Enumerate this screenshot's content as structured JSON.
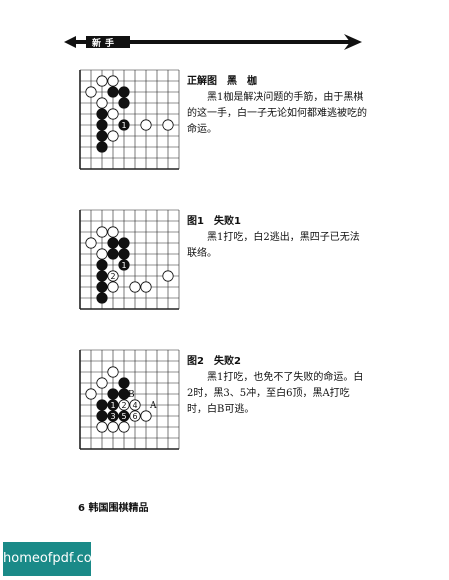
{
  "header": {
    "label": "新手"
  },
  "sections": [
    {
      "title": "正解图　黑　枷",
      "body": "黑1枷是解决问题的手筋，由于黑棋的这一手，白一子无论如何都难逃被吃的命运。"
    },
    {
      "title": "图1　失败1",
      "body": "黑1打吃，白2逃出，黑四子已无法联络。"
    },
    {
      "title": "图2　失败2",
      "body": "黑1打吃，也免不了失败的命运。白2时，黑3、5冲，至白6顶，黑A打吃时，白B可逃。"
    }
  ],
  "boards": [
    {
      "stones": [
        {
          "c": 1,
          "r": 2,
          "color": "white",
          "label": ""
        },
        {
          "c": 2,
          "r": 1,
          "color": "white",
          "label": ""
        },
        {
          "c": 3,
          "r": 1,
          "color": "white",
          "label": ""
        },
        {
          "c": 3,
          "r": 2,
          "color": "black",
          "label": ""
        },
        {
          "c": 4,
          "r": 2,
          "color": "black",
          "label": ""
        },
        {
          "c": 2,
          "r": 3,
          "color": "white",
          "label": ""
        },
        {
          "c": 4,
          "r": 3,
          "color": "black",
          "label": ""
        },
        {
          "c": 2,
          "r": 4,
          "color": "black",
          "label": ""
        },
        {
          "c": 3,
          "r": 4,
          "color": "white",
          "label": ""
        },
        {
          "c": 4,
          "r": 5,
          "color": "black",
          "label": "1"
        },
        {
          "c": 6,
          "r": 5,
          "color": "white",
          "label": ""
        },
        {
          "c": 8,
          "r": 5,
          "color": "white",
          "label": ""
        },
        {
          "c": 2,
          "r": 5,
          "color": "black",
          "label": ""
        },
        {
          "c": 2,
          "r": 6,
          "color": "black",
          "label": ""
        },
        {
          "c": 2,
          "r": 7,
          "color": "black",
          "label": ""
        },
        {
          "c": 3,
          "r": 6,
          "color": "white",
          "label": ""
        }
      ]
    },
    {
      "stones": [
        {
          "c": 2,
          "r": 2,
          "color": "white",
          "label": ""
        },
        {
          "c": 3,
          "r": 2,
          "color": "white",
          "label": ""
        },
        {
          "c": 3,
          "r": 3,
          "color": "black",
          "label": ""
        },
        {
          "c": 4,
          "r": 3,
          "color": "black",
          "label": ""
        },
        {
          "c": 1,
          "r": 3,
          "color": "white",
          "label": ""
        },
        {
          "c": 2,
          "r": 4,
          "color": "white",
          "label": ""
        },
        {
          "c": 3,
          "r": 4,
          "color": "black",
          "label": ""
        },
        {
          "c": 4,
          "r": 4,
          "color": "black",
          "label": ""
        },
        {
          "c": 2,
          "r": 5,
          "color": "black",
          "label": ""
        },
        {
          "c": 4,
          "r": 5,
          "color": "black",
          "label": "1"
        },
        {
          "c": 2,
          "r": 6,
          "color": "black",
          "label": ""
        },
        {
          "c": 3,
          "r": 6,
          "color": "white",
          "label": "2"
        },
        {
          "c": 8,
          "r": 6,
          "color": "white",
          "label": ""
        },
        {
          "c": 2,
          "r": 7,
          "color": "black",
          "label": ""
        },
        {
          "c": 3,
          "r": 7,
          "color": "white",
          "label": ""
        },
        {
          "c": 5,
          "r": 7,
          "color": "white",
          "label": ""
        },
        {
          "c": 6,
          "r": 7,
          "color": "white",
          "label": ""
        },
        {
          "c": 2,
          "r": 8,
          "color": "black",
          "label": ""
        }
      ]
    },
    {
      "stones": [
        {
          "c": 3,
          "r": 2,
          "color": "white",
          "label": ""
        },
        {
          "c": 2,
          "r": 3,
          "color": "white",
          "label": ""
        },
        {
          "c": 4,
          "r": 3,
          "color": "black",
          "label": ""
        },
        {
          "c": 3,
          "r": 4,
          "color": "black",
          "label": ""
        },
        {
          "c": 4,
          "r": 4,
          "color": "black",
          "label": ""
        },
        {
          "c": 1,
          "r": 4,
          "color": "white",
          "label": ""
        },
        {
          "c": 2,
          "r": 5,
          "color": "black",
          "label": ""
        },
        {
          "c": 3,
          "r": 5,
          "color": "black",
          "label": "1"
        },
        {
          "c": 4,
          "r": 5,
          "color": "white",
          "label": "2"
        },
        {
          "c": 5,
          "r": 5,
          "color": "white",
          "label": "4"
        },
        {
          "c": 2,
          "r": 6,
          "color": "black",
          "label": ""
        },
        {
          "c": 3,
          "r": 6,
          "color": "black",
          "label": "3"
        },
        {
          "c": 4,
          "r": 6,
          "color": "black",
          "label": "5"
        },
        {
          "c": 5,
          "r": 6,
          "color": "white",
          "label": "6"
        },
        {
          "c": 6,
          "r": 6,
          "color": "white",
          "label": ""
        },
        {
          "c": 2,
          "r": 7,
          "color": "white",
          "label": ""
        },
        {
          "c": 3,
          "r": 7,
          "color": "white",
          "label": ""
        },
        {
          "c": 4,
          "r": 7,
          "color": "white",
          "label": ""
        }
      ],
      "marks": [
        {
          "c": 4,
          "r": 4,
          "text": "B"
        },
        {
          "c": 6,
          "r": 5,
          "text": "A"
        }
      ]
    }
  ],
  "footer": {
    "page": "6",
    "book": "韩国围棋精品"
  },
  "watermark": "homeofpdf.com"
}
